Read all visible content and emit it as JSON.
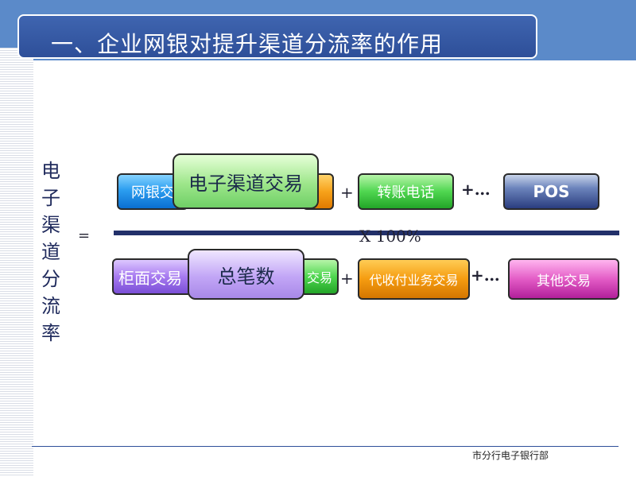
{
  "title": "一、企业网银对提升渠道分流率的作用",
  "vertical_label": [
    "电",
    "子",
    "渠",
    "道",
    "分",
    "流",
    "率"
  ],
  "equals": "=",
  "multiplier": "X 100%",
  "numerator": {
    "box1": "网银交易",
    "box2": "",
    "box3": "转账电话",
    "plus_more": "+…",
    "box4": "POS",
    "popup": "电子渠道交易"
  },
  "denominator": {
    "box1": "柜面交易",
    "box2": "交易",
    "box3": "代收付业务交易",
    "plus_more": "+…",
    "box4": "其他交易",
    "popup": "总笔数"
  },
  "plus": "+",
  "footer": "市分行电子银行部",
  "colors": {
    "title_bar": "#2e4f99",
    "accent_blue": "#5b8ac9",
    "rule_line": "#22306a"
  }
}
